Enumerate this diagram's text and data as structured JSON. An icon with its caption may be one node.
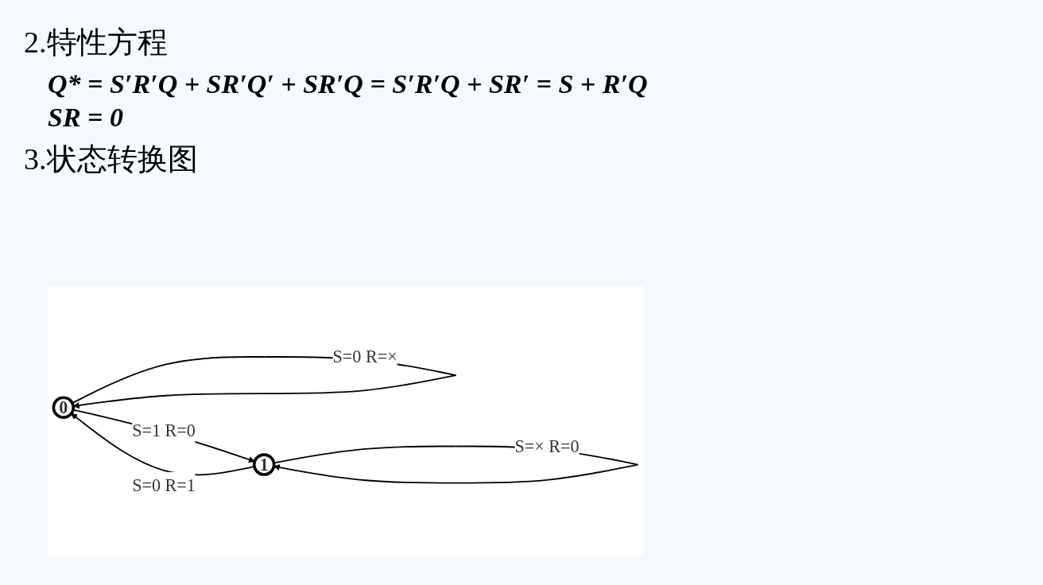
{
  "diagram": {
    "nodes": [
      {
        "text": [
          "0"
        ]
      },
      {
        "text": [
          "1"
        ]
      }
    ],
    "edges": [
      {
        "from": 0,
        "to": 0,
        "arrow": "to",
        "label": "S=0 R=×"
      },
      {
        "from": 0,
        "to": 1,
        "arrow": "to",
        "label": "S=1 R=0"
      },
      {
        "from": 1,
        "to": 1,
        "arrow": "to",
        "label": "S=× R=0"
      },
      {
        "from": 1,
        "to": 0,
        "arrow": "to",
        "label": "S=0 R=1"
      }
    ],
    "labels": [
      "2.特性方程",
      "Q* = S′R′Q + SR′Q′ + SR′Q = S′R′Q + SR′ = S + R′Q",
      "SR = 0",
      "3.状态转换图"
    ]
  }
}
